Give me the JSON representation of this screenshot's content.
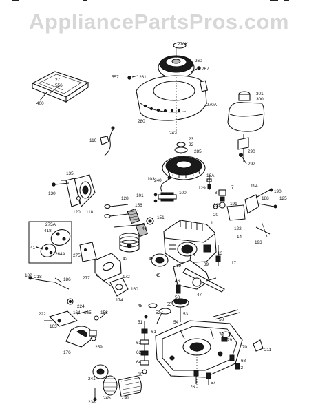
{
  "watermark": "AppliancePartsPros.com",
  "labels": {
    "l400": "400",
    "l27": "27",
    "l556": "556",
    "l557": "557",
    "l261": "261",
    "l270k": "270K",
    "l260": "260",
    "l267": "267",
    "l270a": "270A",
    "l280": "280",
    "l301": "301",
    "l300": "300",
    "l290": "290",
    "l292": "292",
    "l110": "110",
    "l242": "242",
    "l23": "23",
    "l22": "22",
    "l285": "285",
    "l240": "240",
    "l130": "130",
    "l135": "135",
    "l120": "120",
    "l118": "118",
    "l103": "103",
    "l101": "101",
    "l100": "100",
    "l129": "129",
    "l16a": "16A",
    "l8": "8",
    "l7": "7",
    "l194": "194",
    "l190": "190",
    "l188": "188",
    "l125": "125",
    "l191": "191",
    "l128": "128",
    "l156": "156",
    "l315": "315",
    "l20": "20",
    "l151": "151",
    "l40": "40",
    "l275a": "275A",
    "l418": "418",
    "l417": "417",
    "l264a": "264A",
    "l275": "275",
    "l1": "1",
    "l122": "122",
    "l14": "14",
    "l193": "193",
    "l42": "42",
    "l43": "43",
    "l45": "45",
    "l19": "19",
    "l4": "4",
    "l39": "39",
    "l17": "17",
    "l13": "13",
    "l182": "182",
    "l218": "218",
    "l186": "186",
    "l277": "277",
    "l172": "172",
    "l160": "160",
    "l174": "174",
    "l46": "46",
    "l47": "47",
    "l50": "50",
    "l224": "224",
    "l222": "222",
    "l163": "163",
    "l164": "164",
    "l165": "165",
    "l158": "158",
    "l48": "48",
    "l51": "51",
    "l52": "52",
    "l54": "54",
    "l53": "53",
    "l55": "55",
    "l58": "58",
    "l176": "176",
    "l259": "259",
    "l61": "61",
    "l63": "63",
    "l62": "62",
    "l64": "64",
    "l60": "60",
    "l78": "78",
    "l79": "79",
    "l70": "70",
    "l68": "68",
    "l72": "72",
    "l211": "211",
    "l241": "241",
    "l245": "245",
    "l230": "230",
    "l238": "238",
    "l76": "76",
    "l57": "57"
  }
}
